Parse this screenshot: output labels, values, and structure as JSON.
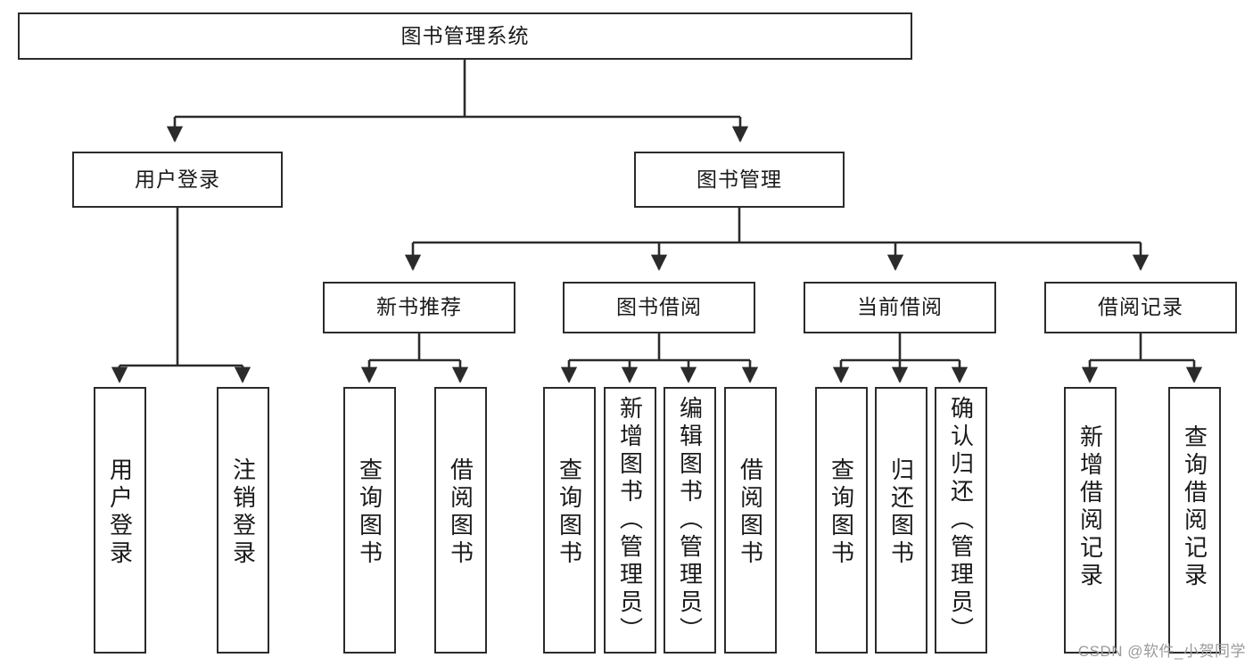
{
  "diagram": {
    "title": "图书管理系统",
    "type": "tree",
    "levels": 4,
    "nodes": {
      "root": {
        "label": "图书管理系统"
      },
      "level2": [
        {
          "id": "user-login",
          "label": "用户登录"
        },
        {
          "id": "book-management",
          "label": "图书管理"
        }
      ],
      "level3": [
        {
          "id": "new-book-recommend",
          "label": "新书推荐"
        },
        {
          "id": "book-borrow",
          "label": "图书借阅"
        },
        {
          "id": "current-borrow",
          "label": "当前借阅"
        },
        {
          "id": "borrow-record",
          "label": "借阅记录"
        }
      ],
      "leaves": {
        "user_login": [
          {
            "id": "leaf-user-login",
            "label": "用户登录"
          },
          {
            "id": "leaf-logout-login",
            "label": "注销登录"
          }
        ],
        "new_book_recommend": [
          {
            "id": "leaf-query-book-1",
            "label": "查询图书"
          },
          {
            "id": "leaf-borrow-book-1",
            "label": "借阅图书"
          }
        ],
        "book_borrow": [
          {
            "id": "leaf-query-book-2",
            "label": "查询图书"
          },
          {
            "id": "leaf-add-book",
            "label": "新增图书（管理员）"
          },
          {
            "id": "leaf-edit-book",
            "label": "编辑图书（管理员）"
          },
          {
            "id": "leaf-borrow-book-2",
            "label": "借阅图书"
          }
        ],
        "current_borrow": [
          {
            "id": "leaf-query-book-3",
            "label": "查询图书"
          },
          {
            "id": "leaf-return-book",
            "label": "归还图书"
          },
          {
            "id": "leaf-confirm-return",
            "label": "确认归还（管理员）"
          }
        ],
        "borrow_record": [
          {
            "id": "leaf-add-record",
            "label": "新增借阅记录"
          },
          {
            "id": "leaf-query-record",
            "label": "查询借阅记录"
          }
        ]
      }
    },
    "colors": {
      "stroke": "#2b2b2b",
      "fill": "#ffffff",
      "text": "#1a1a1a",
      "watermark": "#9a9a9a"
    }
  },
  "watermark": {
    "text": "CSDN @软件_小贺同学"
  }
}
